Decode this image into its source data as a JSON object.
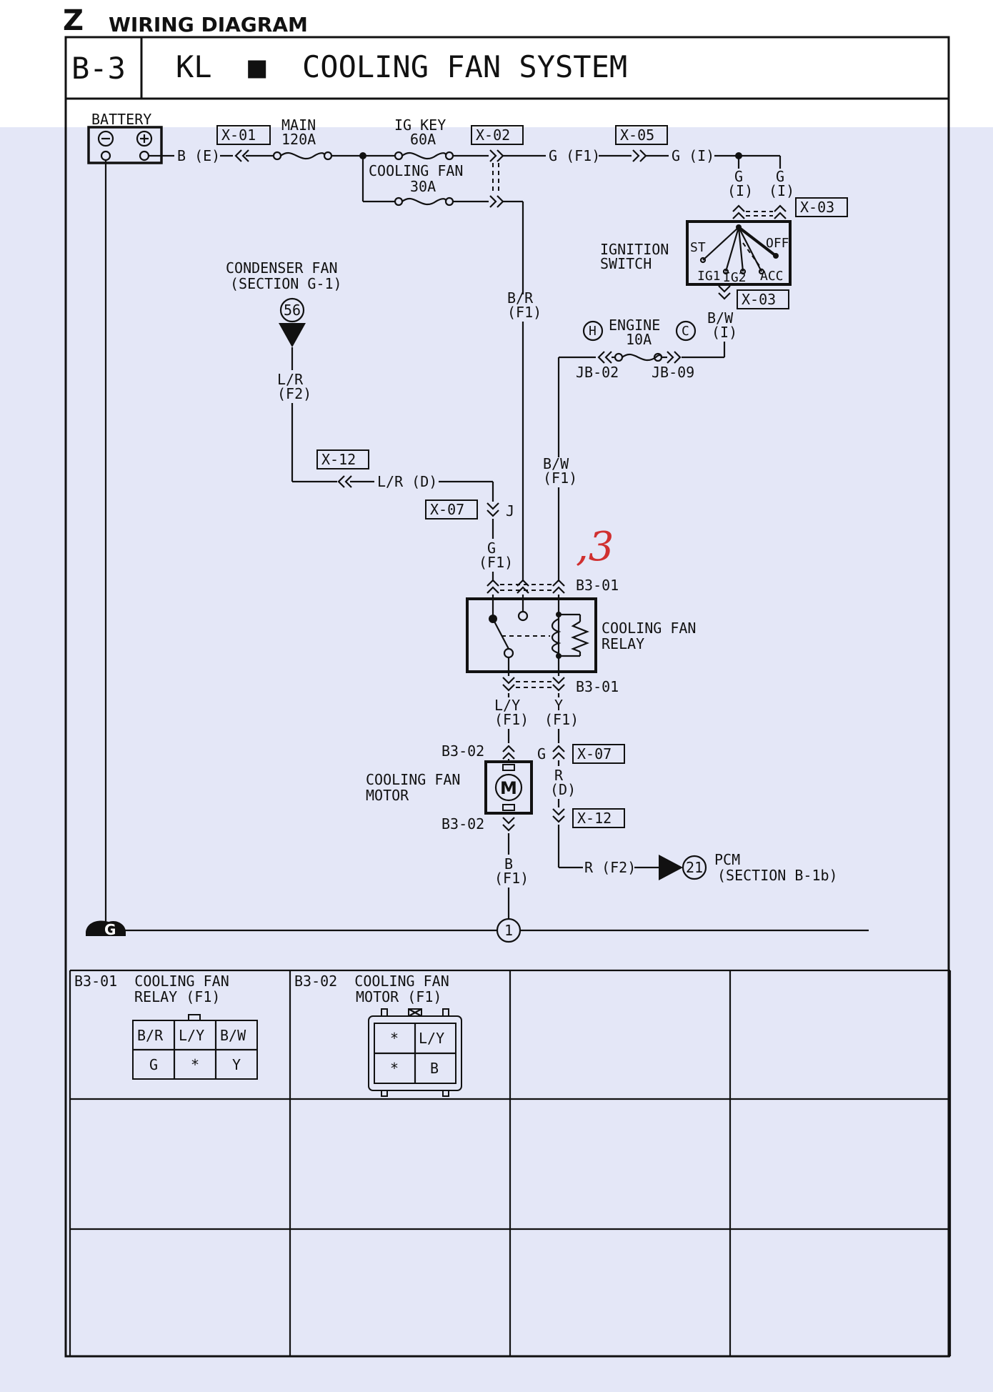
{
  "header": {
    "letter": "Z",
    "title": "WIRING DIAGRAM"
  },
  "section": {
    "code": "B-3",
    "title": "KL  ■  COOLING FAN SYSTEM"
  },
  "colors": {
    "page_tint": "#e4e7f7",
    "ink": "#111111",
    "annotation": "#d03030"
  },
  "components": {
    "battery": "BATTERY",
    "main_fuse": [
      "MAIN",
      "120A"
    ],
    "igkey_fuse": [
      "IG KEY",
      "60A"
    ],
    "coolingfan_fuse": [
      "COOLING FAN",
      "30A"
    ],
    "condenser_fan": [
      "CONDENSER FAN",
      "(SECTION G-1)"
    ],
    "condenser_ref": "56",
    "ignition_switch": [
      "IGNITION",
      "SWITCH"
    ],
    "sw_st": "ST",
    "sw_off": "OFF",
    "sw_ig1": "IG1",
    "sw_ig2": "IG2",
    "sw_acc": "ACC",
    "engine_fuse": [
      "ENGINE",
      "10A"
    ],
    "engine_fuse_h": "H",
    "engine_fuse_c": "C",
    "relay": [
      "COOLING FAN",
      "RELAY"
    ],
    "motor": [
      "COOLING FAN",
      "MOTOR"
    ],
    "motor_symbol": "M",
    "pcm": [
      "PCM",
      "(SECTION B-1b)"
    ],
    "pcm_ref": "21",
    "ground_ref": "1",
    "ground_symbol": "G"
  },
  "connectors": {
    "x01": "X-01",
    "x02": "X-02",
    "x05": "X-05",
    "x03a": "X-03",
    "x03b": "X-03",
    "x12a": "X-12",
    "x07a": "X-07",
    "x07b": "X-07",
    "x12b": "X-12",
    "jb02": "JB-02",
    "jb09": "JB-09",
    "b301a": "B3-01",
    "b301b": "B3-01",
    "b302a": "B3-02",
    "b302b": "B3-02"
  },
  "wires": {
    "be": "B (E)",
    "gf1": "G (F1)",
    "gi": "G (I)",
    "g_i_left": [
      "G",
      "(I)"
    ],
    "g_i_right": [
      "G",
      "(I)"
    ],
    "br": [
      "B/R",
      "(F1)"
    ],
    "bw_sw": [
      "B/W",
      "(I)"
    ],
    "lr_f2": [
      "L/R",
      "(F2)"
    ],
    "lr_d": "L/R (D)",
    "j": "J",
    "g_f1": [
      "G",
      "(F1)"
    ],
    "bw_f1": [
      "B/W",
      "(F1)"
    ],
    "ly_f1": [
      "L/Y",
      "(F1)"
    ],
    "y_f1": [
      "Y",
      "(F1)"
    ],
    "g_side": "G",
    "r_d": [
      "R",
      "(D)"
    ],
    "r_f2": "R (F2)",
    "b_f1": [
      "B",
      "(F1)"
    ]
  },
  "annotation": ",3",
  "connector_views": [
    {
      "title": [
        "B3-01  COOLING FAN",
        "RELAY (F1)"
      ],
      "pins": [
        [
          "B/R",
          "L/Y",
          "B/W"
        ],
        [
          "G",
          "*",
          "Y"
        ]
      ]
    },
    {
      "title": [
        "B3-02  COOLING FAN",
        "MOTOR (F1)"
      ],
      "pins": [
        [
          "*",
          "L/Y"
        ],
        [
          "*",
          "B"
        ]
      ]
    }
  ]
}
